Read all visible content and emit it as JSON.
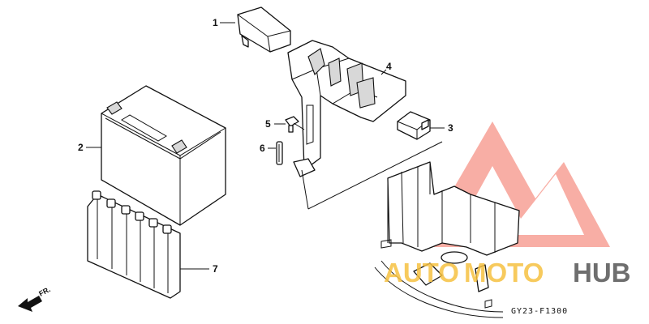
{
  "diagram": {
    "callouts": [
      {
        "num": "1"
      },
      {
        "num": "2"
      },
      {
        "num": "3"
      },
      {
        "num": "4"
      },
      {
        "num": "5"
      },
      {
        "num": "6"
      },
      {
        "num": "7"
      }
    ],
    "direction_label": "FR.",
    "drawing_code": "GY23-F1300"
  },
  "watermark": {
    "text_auto": "AUTO",
    "text_moto": "MOTO",
    "text_hub": "HUB",
    "color_accent": "#f26b5b",
    "color_yellow": "#f6c141",
    "color_dark": "#555555"
  }
}
